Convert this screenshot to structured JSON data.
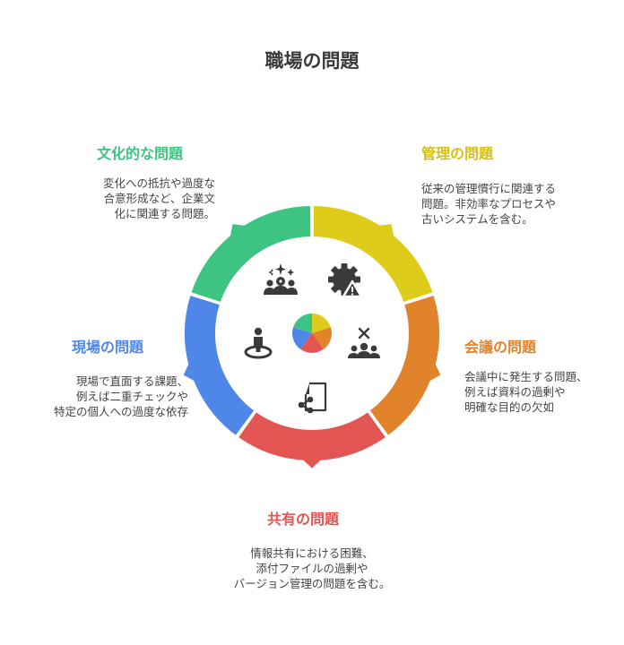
{
  "title": "職場の問題",
  "colors": {
    "culture": "#3dc482",
    "management": "#decc1a",
    "meeting": "#e0832b",
    "sharing": "#e35552",
    "field": "#4f87e8",
    "text": "#444444",
    "icon": "#3a3a3a"
  },
  "segments": [
    {
      "key": "culture",
      "label": "文化的な問題",
      "description": "変化への抵抗や過度な\n合意形成など、企業文\n化に関連する問題。",
      "icon": "people-sparkle-icon"
    },
    {
      "key": "management",
      "label": "管理の問題",
      "description": "従来の管理慣行に関連する\n問題。非効率なプロセスや\n古いシステムを含む。",
      "icon": "gear-warning-icon"
    },
    {
      "key": "meeting",
      "label": "会議の問題",
      "description": "会議中に発生する問題、\n例えば資料の過剰や\n明確な目的の欠如",
      "icon": "group-cross-icon"
    },
    {
      "key": "sharing",
      "label": "共有の問題",
      "description": "情報共有における困難、\n添付ファイルの過剰や\nバージョン管理の問題を含む。",
      "icon": "share-document-icon"
    },
    {
      "key": "field",
      "label": "現場の問題",
      "description": "現場で直面する課題、\n例えば二重チェックや\n特定の個人への過度な依存",
      "icon": "person-location-icon"
    }
  ],
  "center_icon": "pie-chart-icon"
}
